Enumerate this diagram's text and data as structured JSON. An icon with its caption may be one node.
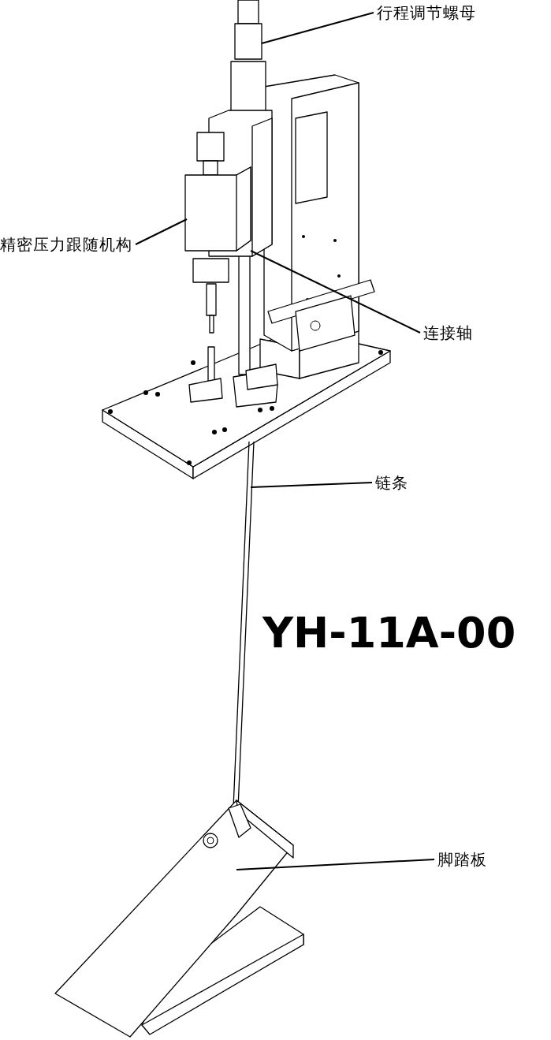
{
  "diagram": {
    "nodes": [
      {
        "text": [
          "行程调节螺母"
        ]
      },
      {
        "text": [
          "精密压力跟随机构"
        ]
      },
      {
        "text": [
          "连接轴"
        ]
      },
      {
        "text": [
          "链条"
        ]
      },
      {
        "text": [
          "脚踏板"
        ]
      }
    ],
    "edges": [
      {
        "from": 0,
        "to": null,
        "arrow": "none"
      },
      {
        "from": 1,
        "to": null,
        "arrow": "none"
      },
      {
        "from": 2,
        "to": null,
        "arrow": "none"
      },
      {
        "from": 3,
        "to": null,
        "arrow": "none"
      },
      {
        "from": 4,
        "to": null,
        "arrow": "none"
      }
    ],
    "labels": [
      "YH-11A-00"
    ]
  }
}
